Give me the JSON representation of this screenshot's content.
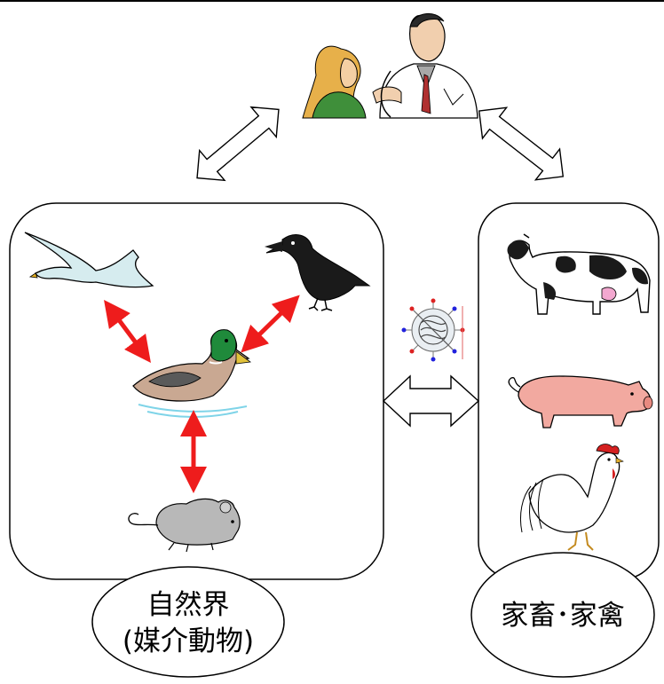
{
  "labels": {
    "nature_line1": "自然界",
    "nature_line2": "(媒介動物)",
    "livestock": "家畜･家禽"
  },
  "icons": {
    "top": "doctor-patient-icon",
    "virus": "virus-icon",
    "nature": [
      "seagull-icon",
      "crow-icon",
      "duck-icon",
      "mouse-icon"
    ],
    "livestock": [
      "cow-icon",
      "pig-icon",
      "rooster-icon"
    ]
  },
  "colors": {
    "transmission_arrow": "#ee1c1c",
    "outline": "#000000",
    "water": "#7fd4e8",
    "duck_head": "#1f8a3b",
    "duck_body": "#c9a892",
    "crow": "#1a1a1a",
    "seagull": "#d6ecef",
    "mouse": "#b8b8b8",
    "pig": "#f2a9a0",
    "doctor_coat": "#ffffff",
    "patient_shirt": "#3f8f3a"
  }
}
